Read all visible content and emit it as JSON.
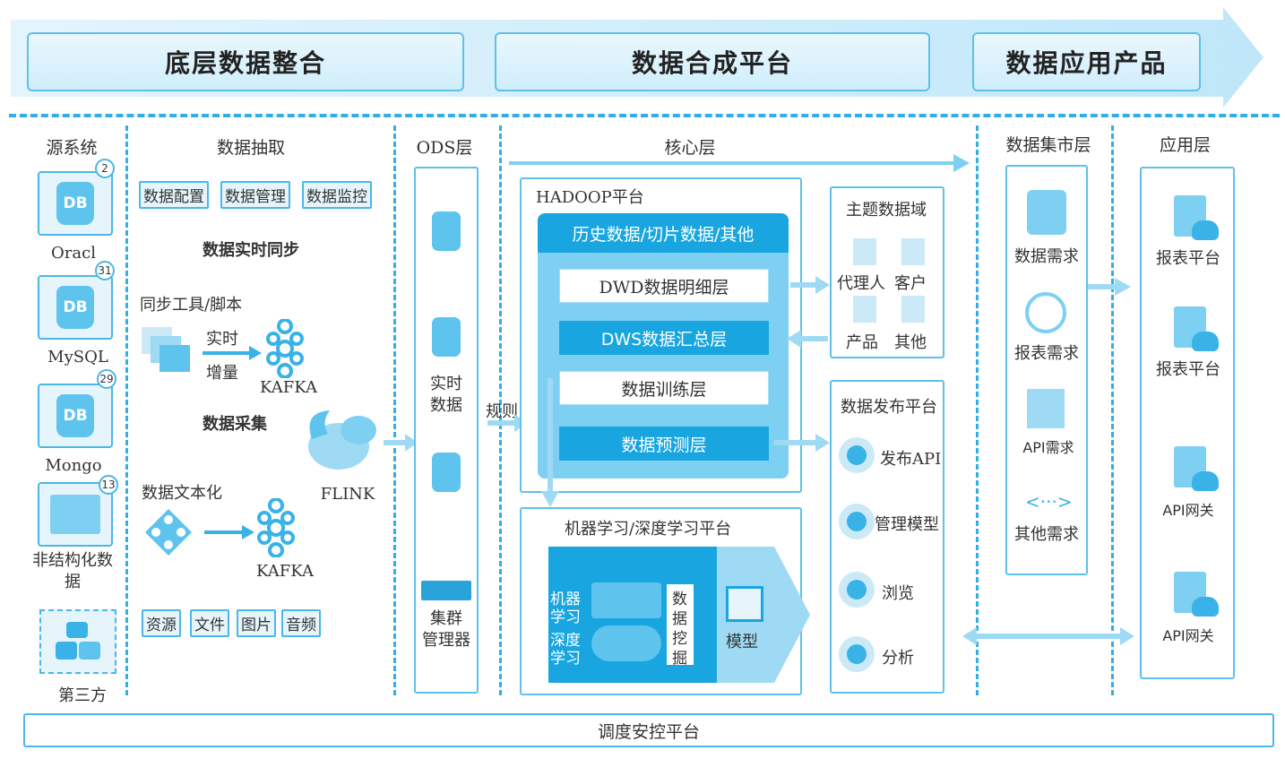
{
  "phases": [
    "底层数据整合",
    "数据合成平台",
    "数据应用产品"
  ],
  "columns": {
    "source": "源系统",
    "extract": "数据抽取",
    "ods": "ODS层",
    "core": "核心层",
    "mart": "数据集市层",
    "app": "应用层"
  },
  "sources": [
    {
      "name": "Oracl",
      "count": "2",
      "icon": "DB"
    },
    {
      "name": "MySQL",
      "count": "31",
      "icon": "DB"
    },
    {
      "name": "Mongo",
      "count": "29",
      "icon": "DB"
    },
    {
      "name": "非结构化数据",
      "count": "13",
      "icon": "unstructured-icon"
    },
    {
      "name": "第三方",
      "count": "",
      "icon": "cube-stack-icon"
    }
  ],
  "extract": {
    "top_tags": [
      "数据配置",
      "数据管理",
      "数据监控"
    ],
    "realtime_sync": "数据实时同步",
    "sync_tool": "同步工具/脚本",
    "realtime": "实时",
    "incremental": "增量",
    "kafka1": "KAFKA",
    "collect": "数据采集",
    "text": "数据文本化",
    "kafka2": "KAFKA",
    "flink": "FLINK",
    "bottom_tags": [
      "资源",
      "文件",
      "图片",
      "音频"
    ]
  },
  "ods": {
    "realtime": "实时",
    "data": "数据",
    "cluster1": "集群",
    "cluster2": "管理器"
  },
  "core": {
    "rule": "规则",
    "hadoop": "HADOOP平台",
    "history": "历史数据/切片数据/其他",
    "dwd": "DWD数据明细层",
    "dws": "DWS数据汇总层",
    "train": "数据训练层",
    "predict": "数据预测层",
    "ml_title": "机器学习/深度学习平台",
    "ml1a": "机器",
    "ml1b": "学习",
    "dl1a": "深度",
    "dl1b": "学习",
    "mining": [
      "数",
      "据",
      "挖",
      "掘"
    ],
    "model": "模型"
  },
  "theme": {
    "title": "主题数据域",
    "items": [
      "代理人",
      "客户",
      "产品",
      "其他"
    ]
  },
  "publish": {
    "title": "数据发布平台",
    "items": [
      "发布API",
      "管理模型",
      "浏览",
      "分析"
    ]
  },
  "mart_items": [
    "数据需求",
    "报表需求",
    "API需求",
    "其他需求"
  ],
  "app_items": [
    "报表平台",
    "报表平台",
    "API网关",
    "API网关"
  ],
  "bottom_bar": "调度安控平台",
  "colors": {
    "accent": "#19a6e0",
    "light": "#e6f5fc",
    "border": "#4bb7e6"
  }
}
